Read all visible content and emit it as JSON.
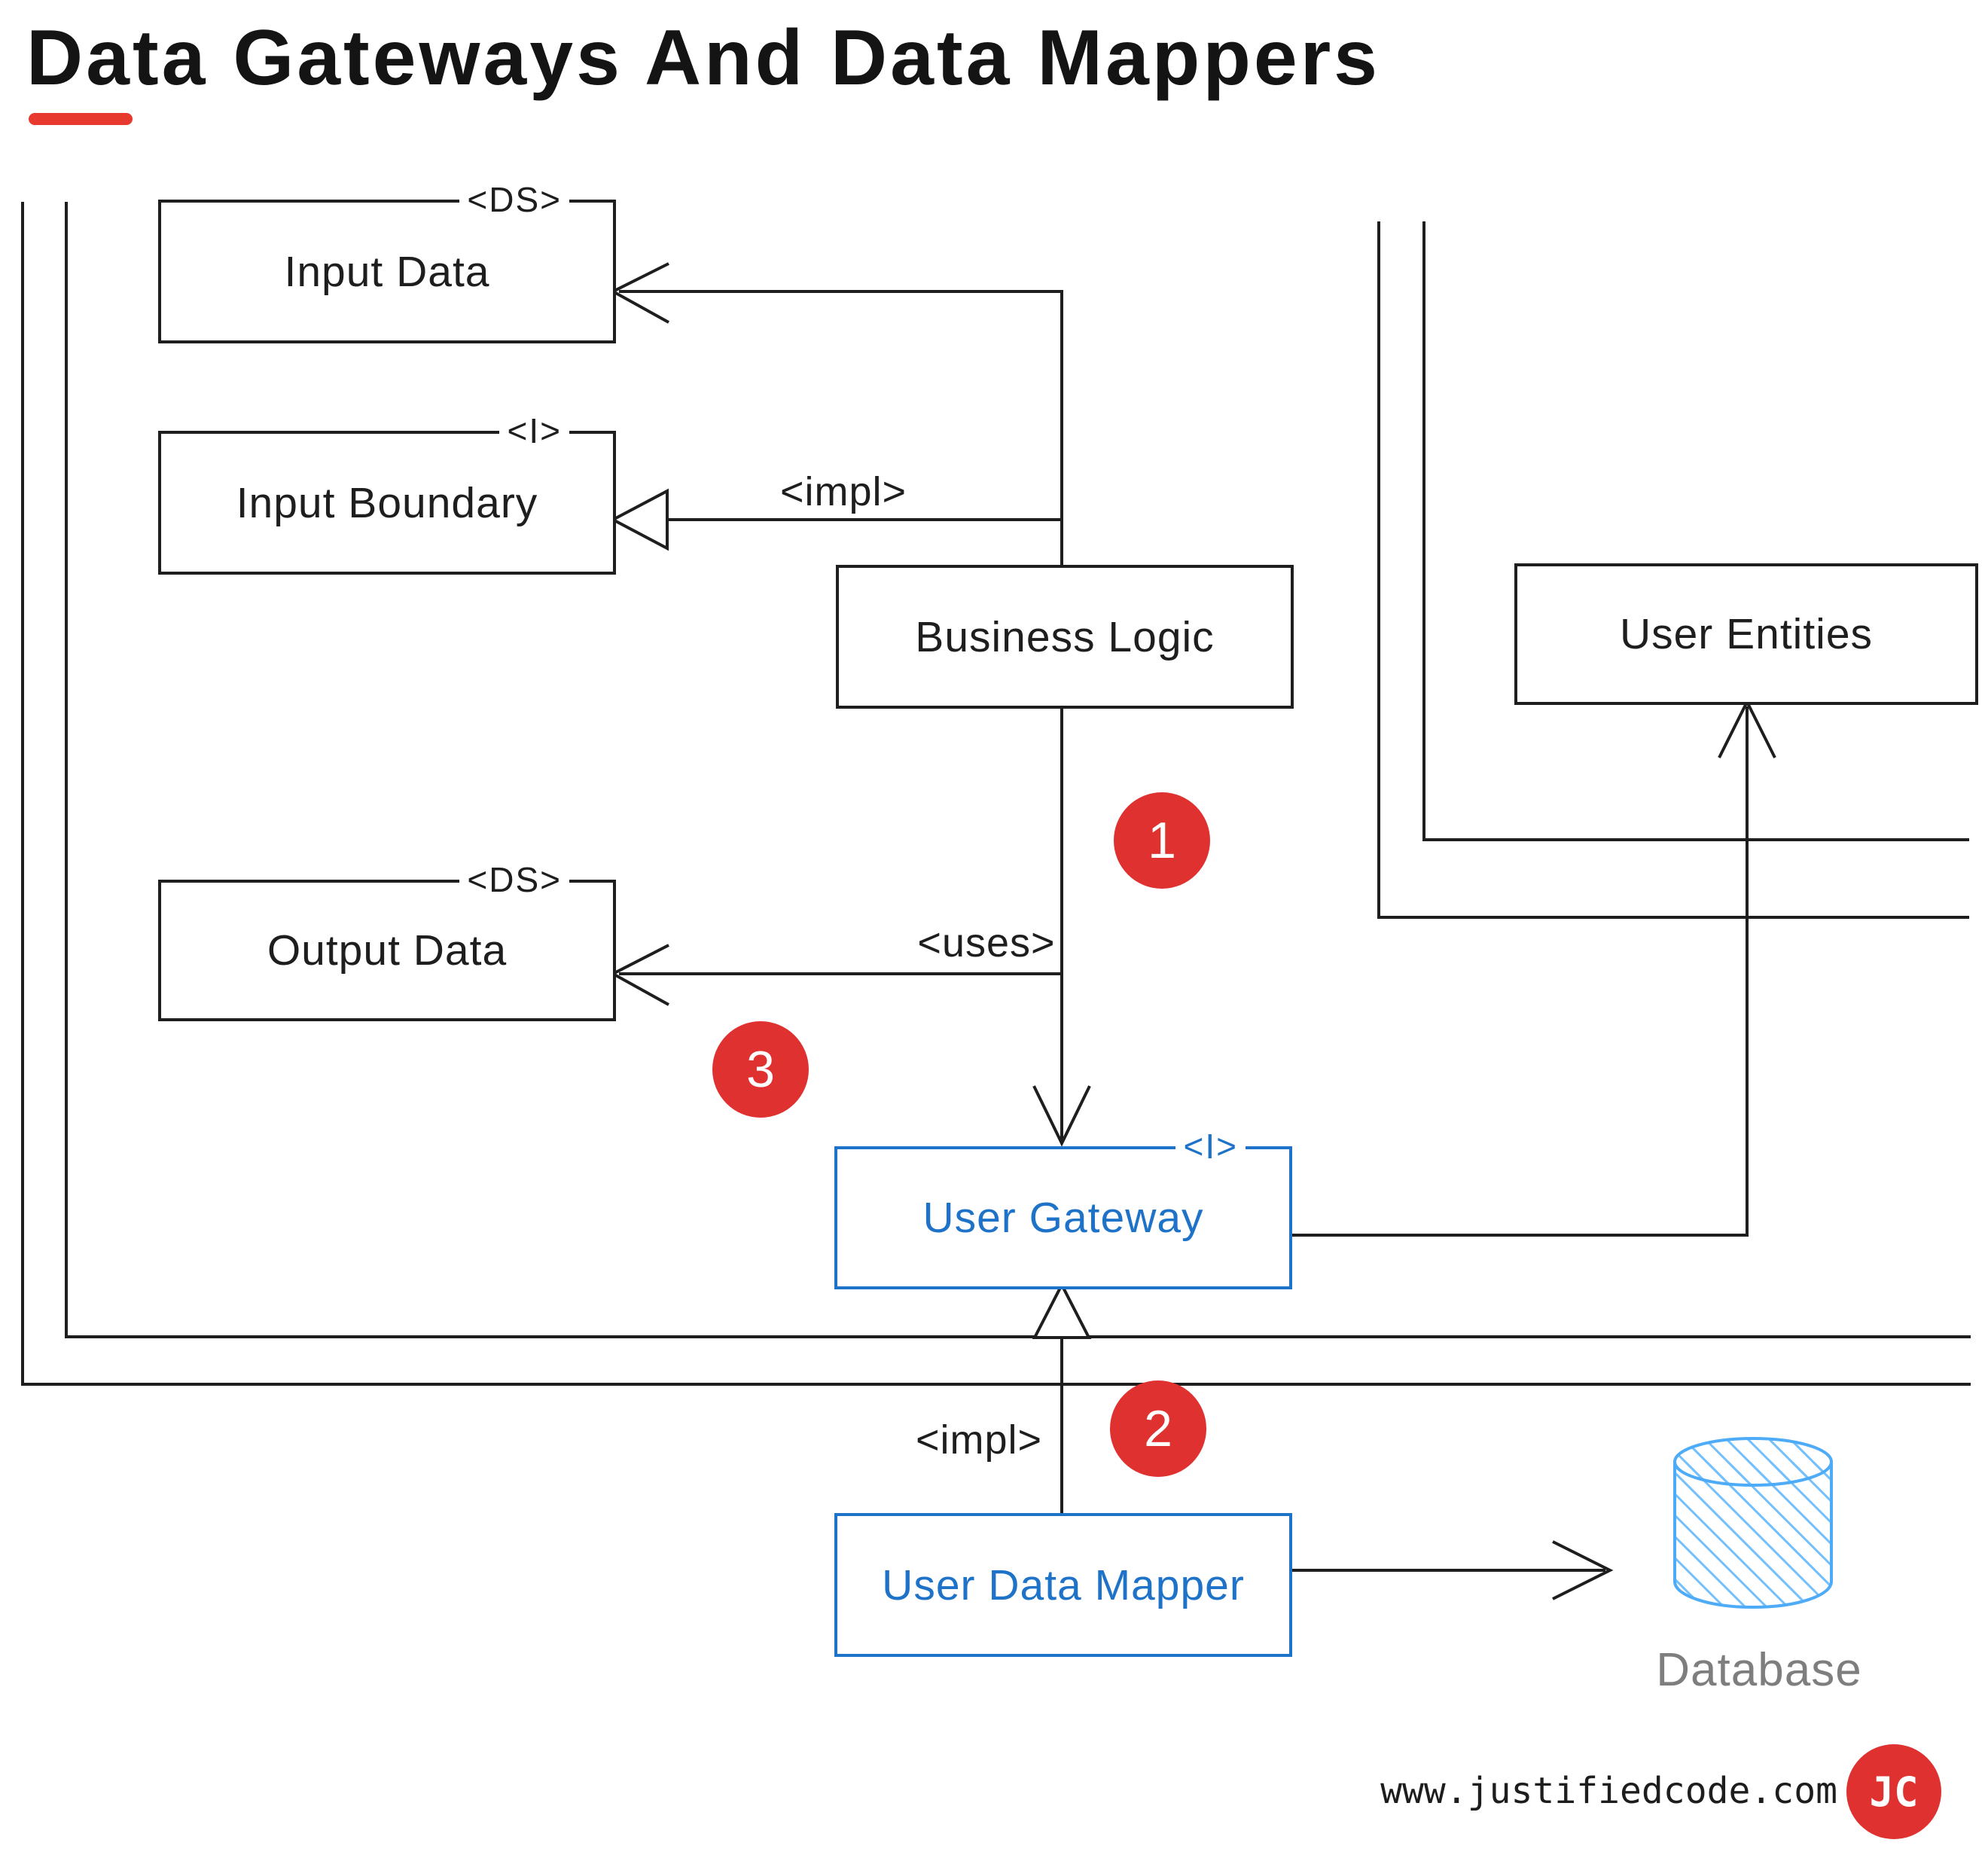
{
  "title": {
    "text": "Data Gateways And Data Mappers"
  },
  "boxes": {
    "input_data": {
      "label": "Input Data",
      "tag": "<DS>"
    },
    "input_boundary": {
      "label": "Input Boundary",
      "tag": "<I>"
    },
    "business_logic": {
      "label": "Business Logic"
    },
    "user_entities": {
      "label": "User Entities"
    },
    "output_data": {
      "label": "Output Data",
      "tag": "<DS>"
    },
    "user_gateway": {
      "label": "User Gateway",
      "tag": "<I>"
    },
    "user_data_mapper": {
      "label": "User Data Mapper"
    }
  },
  "edge_labels": {
    "impl_upper": "<impl>",
    "uses": "<uses>",
    "impl_lower": "<impl>"
  },
  "markers": {
    "one": "1",
    "two": "2",
    "three": "3"
  },
  "database": {
    "label": "Database"
  },
  "footer": {
    "website": "www.justifiedcode.com",
    "logo": "JC"
  },
  "colors": {
    "ink": "#1e1e1e",
    "blue_accent": "#1e73c8",
    "cylinder_stroke": "#4dabf7",
    "cylinder_hatch": "#74c0fc",
    "red_accent": "#e03131",
    "gray_label": "#7e7e7e"
  }
}
